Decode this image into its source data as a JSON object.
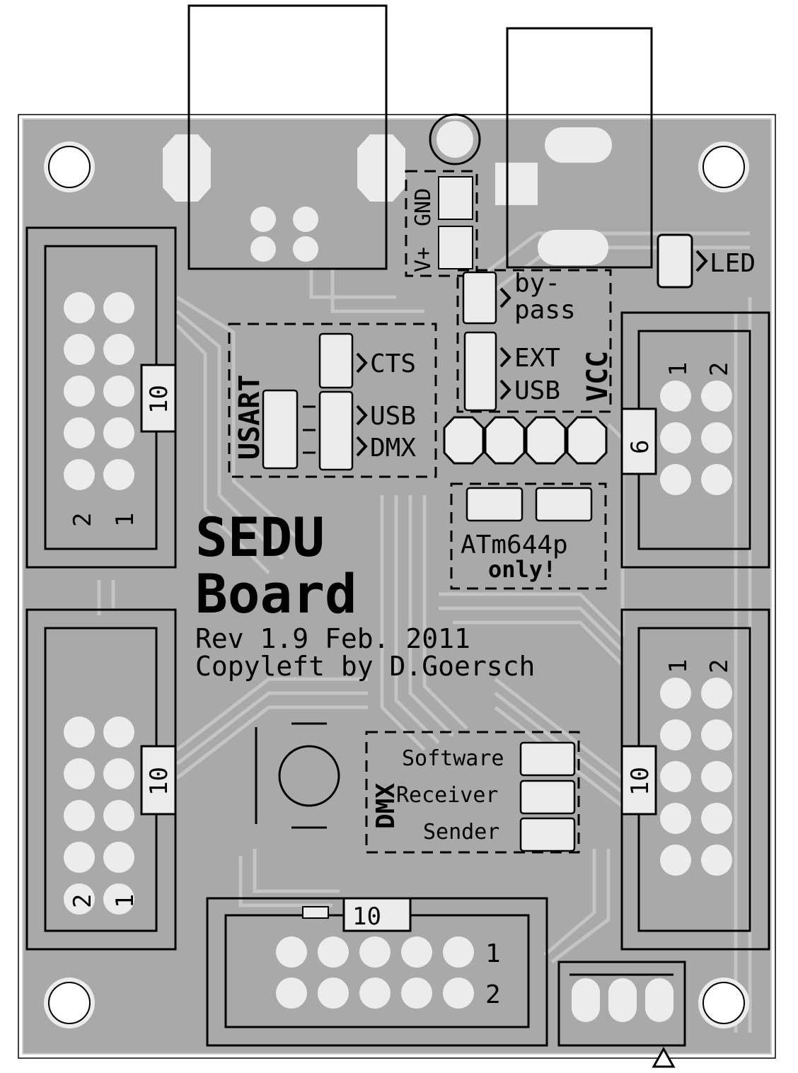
{
  "board": {
    "title_line1": "SEDU",
    "title_line2": "Board",
    "revision": "Rev 1.9 Feb. 2011",
    "copyleft": "Copyleft by D.Goersch"
  },
  "labels": {
    "led": "LED",
    "bypass_1": "by-",
    "bypass_2": "pass",
    "ext": "EXT",
    "usb_power": "USB",
    "vcc": "VCC",
    "usart": "USART",
    "cts": "CTS",
    "usb_uart": "USB",
    "dmx_uart": "DMX",
    "atm_1": "ATm644p",
    "atm_2": "only!",
    "vplus": "V+",
    "gnd": "GND",
    "dmx_mode": "DMX",
    "software": "Software",
    "receiver": "Receiver",
    "sender": "Sender"
  },
  "connectors": {
    "left_top": {
      "size": "10",
      "pin_a": "2",
      "pin_b": "1"
    },
    "left_bottom": {
      "size": "10",
      "pin_a": "2",
      "pin_b": "1"
    },
    "right_top": {
      "size": "6",
      "pin_a": "1",
      "pin_b": "2"
    },
    "right_bottom": {
      "size": "10",
      "pin_a": "1",
      "pin_b": "2"
    },
    "bottom": {
      "size": "10",
      "pin_a": "1",
      "pin_b": "2"
    }
  },
  "colors": {
    "board": "#a9a9a9",
    "trace": "#c4c4c4",
    "copper_pad": "#ececec",
    "silkscreen": "#000000"
  }
}
